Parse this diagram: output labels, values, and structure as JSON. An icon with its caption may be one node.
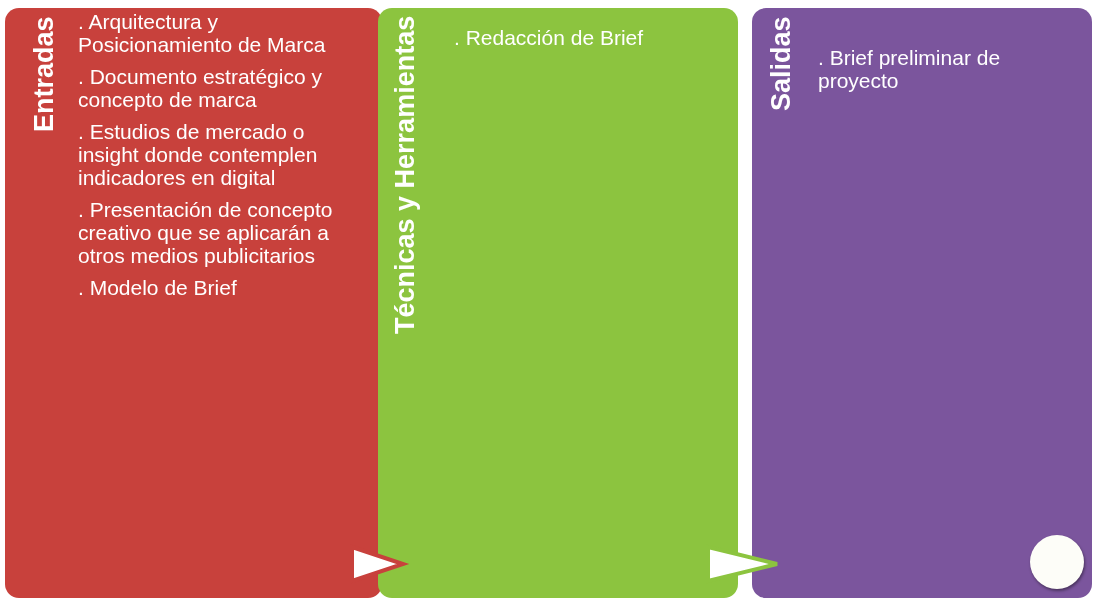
{
  "diagram": {
    "nodes": [
      {
        "text": [
          "Entradas",
          ". Arquitectura y Posicionamiento de Marca",
          ". Documento estratégico y concepto de marca",
          ". Estudios de mercado o insight donde contemplen indicadores en digital",
          ". Presentación de concepto creativo que se aplicarán a otros medios publicitarios",
          ". Modelo de Brief"
        ]
      },
      {
        "text": [
          "Técnicas y Herramientas",
          ". Redacción de Brief"
        ]
      },
      {
        "text": [
          "Salidas",
          ". Brief preliminar de proyecto"
        ]
      },
      {
        "text": [],
        "shape": "circle",
        "in": 2
      }
    ],
    "edges": [
      {
        "from": 0,
        "to": 1,
        "arrow": "to",
        "color": "#c8413c"
      },
      {
        "from": 1,
        "to": 2,
        "arrow": "to",
        "color": "#8cc43f"
      }
    ]
  }
}
